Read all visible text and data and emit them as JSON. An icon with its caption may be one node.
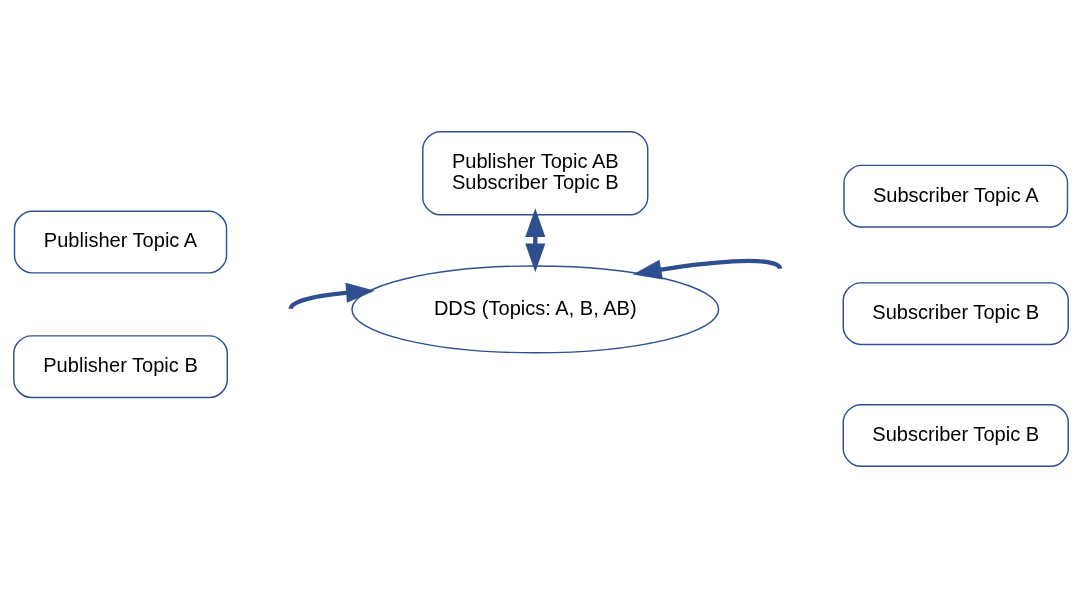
{
  "diagram": {
    "nodes": [
      {
        "text": [
          "Publisher Topic AB",
          "Subscriber Topic B"
        ]
      },
      {
        "text": [
          "Publisher Topic A"
        ]
      },
      {
        "text": [
          "DDS (Topics: A, B, AB)"
        ]
      },
      {
        "text": [
          "Subscriber Topic A"
        ]
      },
      {
        "text": [
          "Publisher Topic B"
        ]
      },
      {
        "text": [
          "Subscriber Topic B"
        ]
      },
      {
        "text": [
          "Subscriber Topic B"
        ]
      }
    ],
    "edges": [
      {
        "from": 0,
        "to": 2,
        "arrow": "both"
      },
      {
        "from": null,
        "to": 2,
        "arrow": "to"
      },
      {
        "from": null,
        "to": 2,
        "arrow": "to"
      }
    ]
  }
}
